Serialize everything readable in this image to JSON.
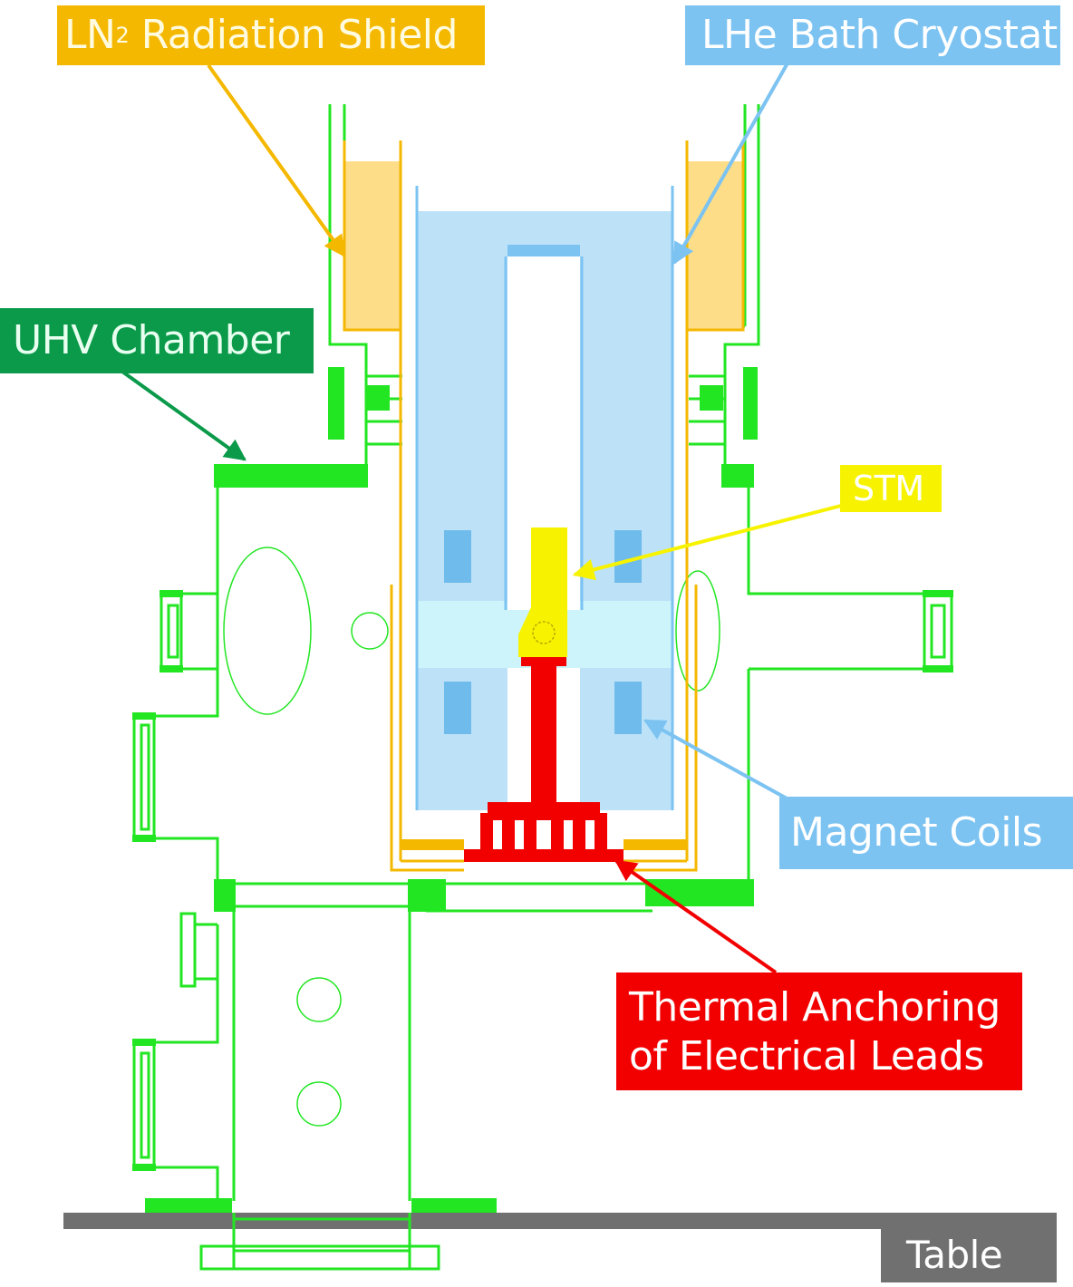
{
  "labels": {
    "ln2_main": "LN",
    "ln2_sub": "2",
    "ln2_rest": " Radiation Shield",
    "lhe": "LHe Bath Cryostat",
    "uhv": "UHV Chamber",
    "stm": "STM",
    "magnet": "Magnet Coils",
    "thermal_line1": "Thermal Anchoring",
    "thermal_line2": "of Electrical Leads",
    "table": "Table"
  },
  "colors": {
    "uhv": "#22e622",
    "uhv_label": "#0a9a4a",
    "ln2": "#f5b800",
    "ln2_fill": "#fddd88",
    "lhe": "#7cc3f2",
    "lhe_fill": "#bde2f8",
    "bore_fill": "#cdf4fb",
    "coil": "#6fbcec",
    "stm": "#f7f300",
    "thermal": "#f20000",
    "table": "#707070"
  }
}
